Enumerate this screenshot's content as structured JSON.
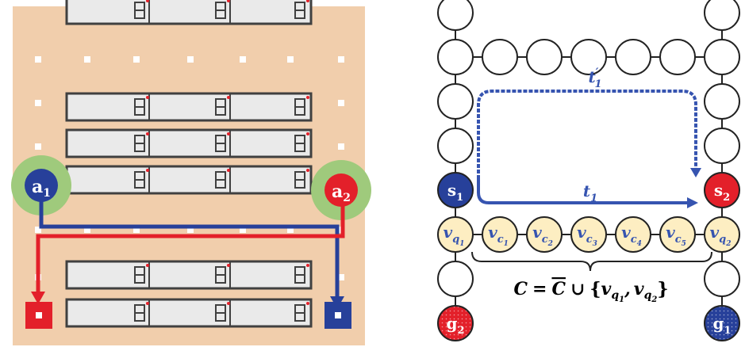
{
  "colors": {
    "floor": "#f1ceac",
    "grid_dot": "#ffffff",
    "shelf_fill": "#eaeaea",
    "shelf_stroke": "#404040",
    "agent_blue": "#27409a",
    "agent_red": "#e3202a",
    "agent_halo": "#9fca7c",
    "node_fill": "#ffffff",
    "node_stroke": "#222222",
    "corridor_fill": "#fdeec2",
    "path_blue": "#3654b0"
  },
  "left_panel": {
    "agent_1": {
      "base": "a",
      "sub": "1",
      "color": "blue"
    },
    "agent_2": {
      "base": "a",
      "sub": "2",
      "color": "red"
    }
  },
  "right_panel": {
    "start_1": {
      "base": "s",
      "sub": "1"
    },
    "start_2": {
      "base": "s",
      "sub": "2"
    },
    "goal_1": {
      "base": "g",
      "sub": "1"
    },
    "goal_2": {
      "base": "g",
      "sub": "2"
    },
    "vq1": {
      "base": "v",
      "sub": "q",
      "subsub": "1"
    },
    "vq2": {
      "base": "v",
      "sub": "q",
      "subsub": "2"
    },
    "corridor_nodes": [
      {
        "base": "v",
        "sub": "c",
        "subsub": "1"
      },
      {
        "base": "v",
        "sub": "c",
        "subsub": "2"
      },
      {
        "base": "v",
        "sub": "c",
        "subsub": "3"
      },
      {
        "base": "v",
        "sub": "c",
        "subsub": "4"
      },
      {
        "base": "v",
        "sub": "c",
        "subsub": "5"
      }
    ],
    "path_t1": {
      "base": "t",
      "sub": "1"
    },
    "path_t1_prime": {
      "base": "t",
      "prime": "′",
      "sub": "1"
    },
    "equation": {
      "lhs": "C",
      "eq": "=",
      "cbar": "C",
      "union": "∪",
      "open": "{",
      "v1": "v",
      "v1_sub": "q",
      "v1_subsub": "1",
      "comma": ",",
      "v2": "v",
      "v2_sub": "q",
      "v2_subsub": "2",
      "close": "}"
    }
  }
}
